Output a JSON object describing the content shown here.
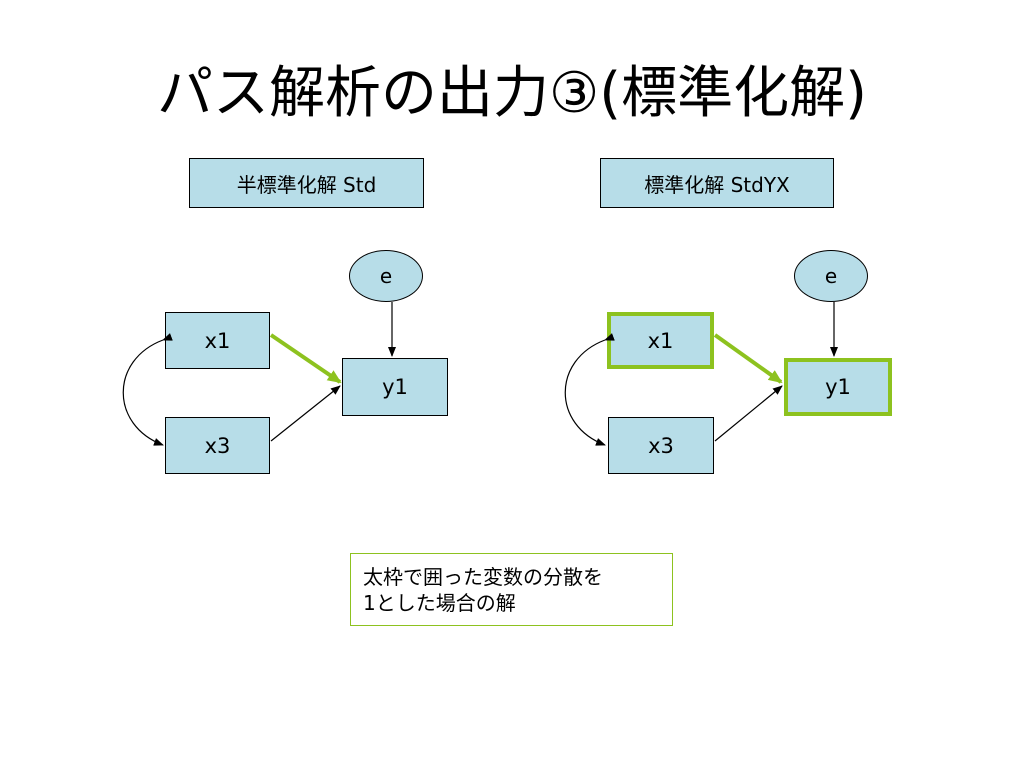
{
  "title": "パス解析の出力③(標準化解)",
  "left_panel": {
    "label": "半標準化解 Std",
    "nodes": {
      "e": "e",
      "x1": "x1",
      "x3": "x3",
      "y1": "y1"
    }
  },
  "right_panel": {
    "label": "標準化解 StdYX",
    "nodes": {
      "e": "e",
      "x1": "x1",
      "x3": "x3",
      "y1": "y1"
    }
  },
  "note": {
    "line1": "太枠で囲った変数の分散を",
    "line2": "1とした場合の解"
  },
  "colors": {
    "node_fill": "#b7dde8",
    "highlight": "#8dc21f",
    "line": "#000000"
  }
}
